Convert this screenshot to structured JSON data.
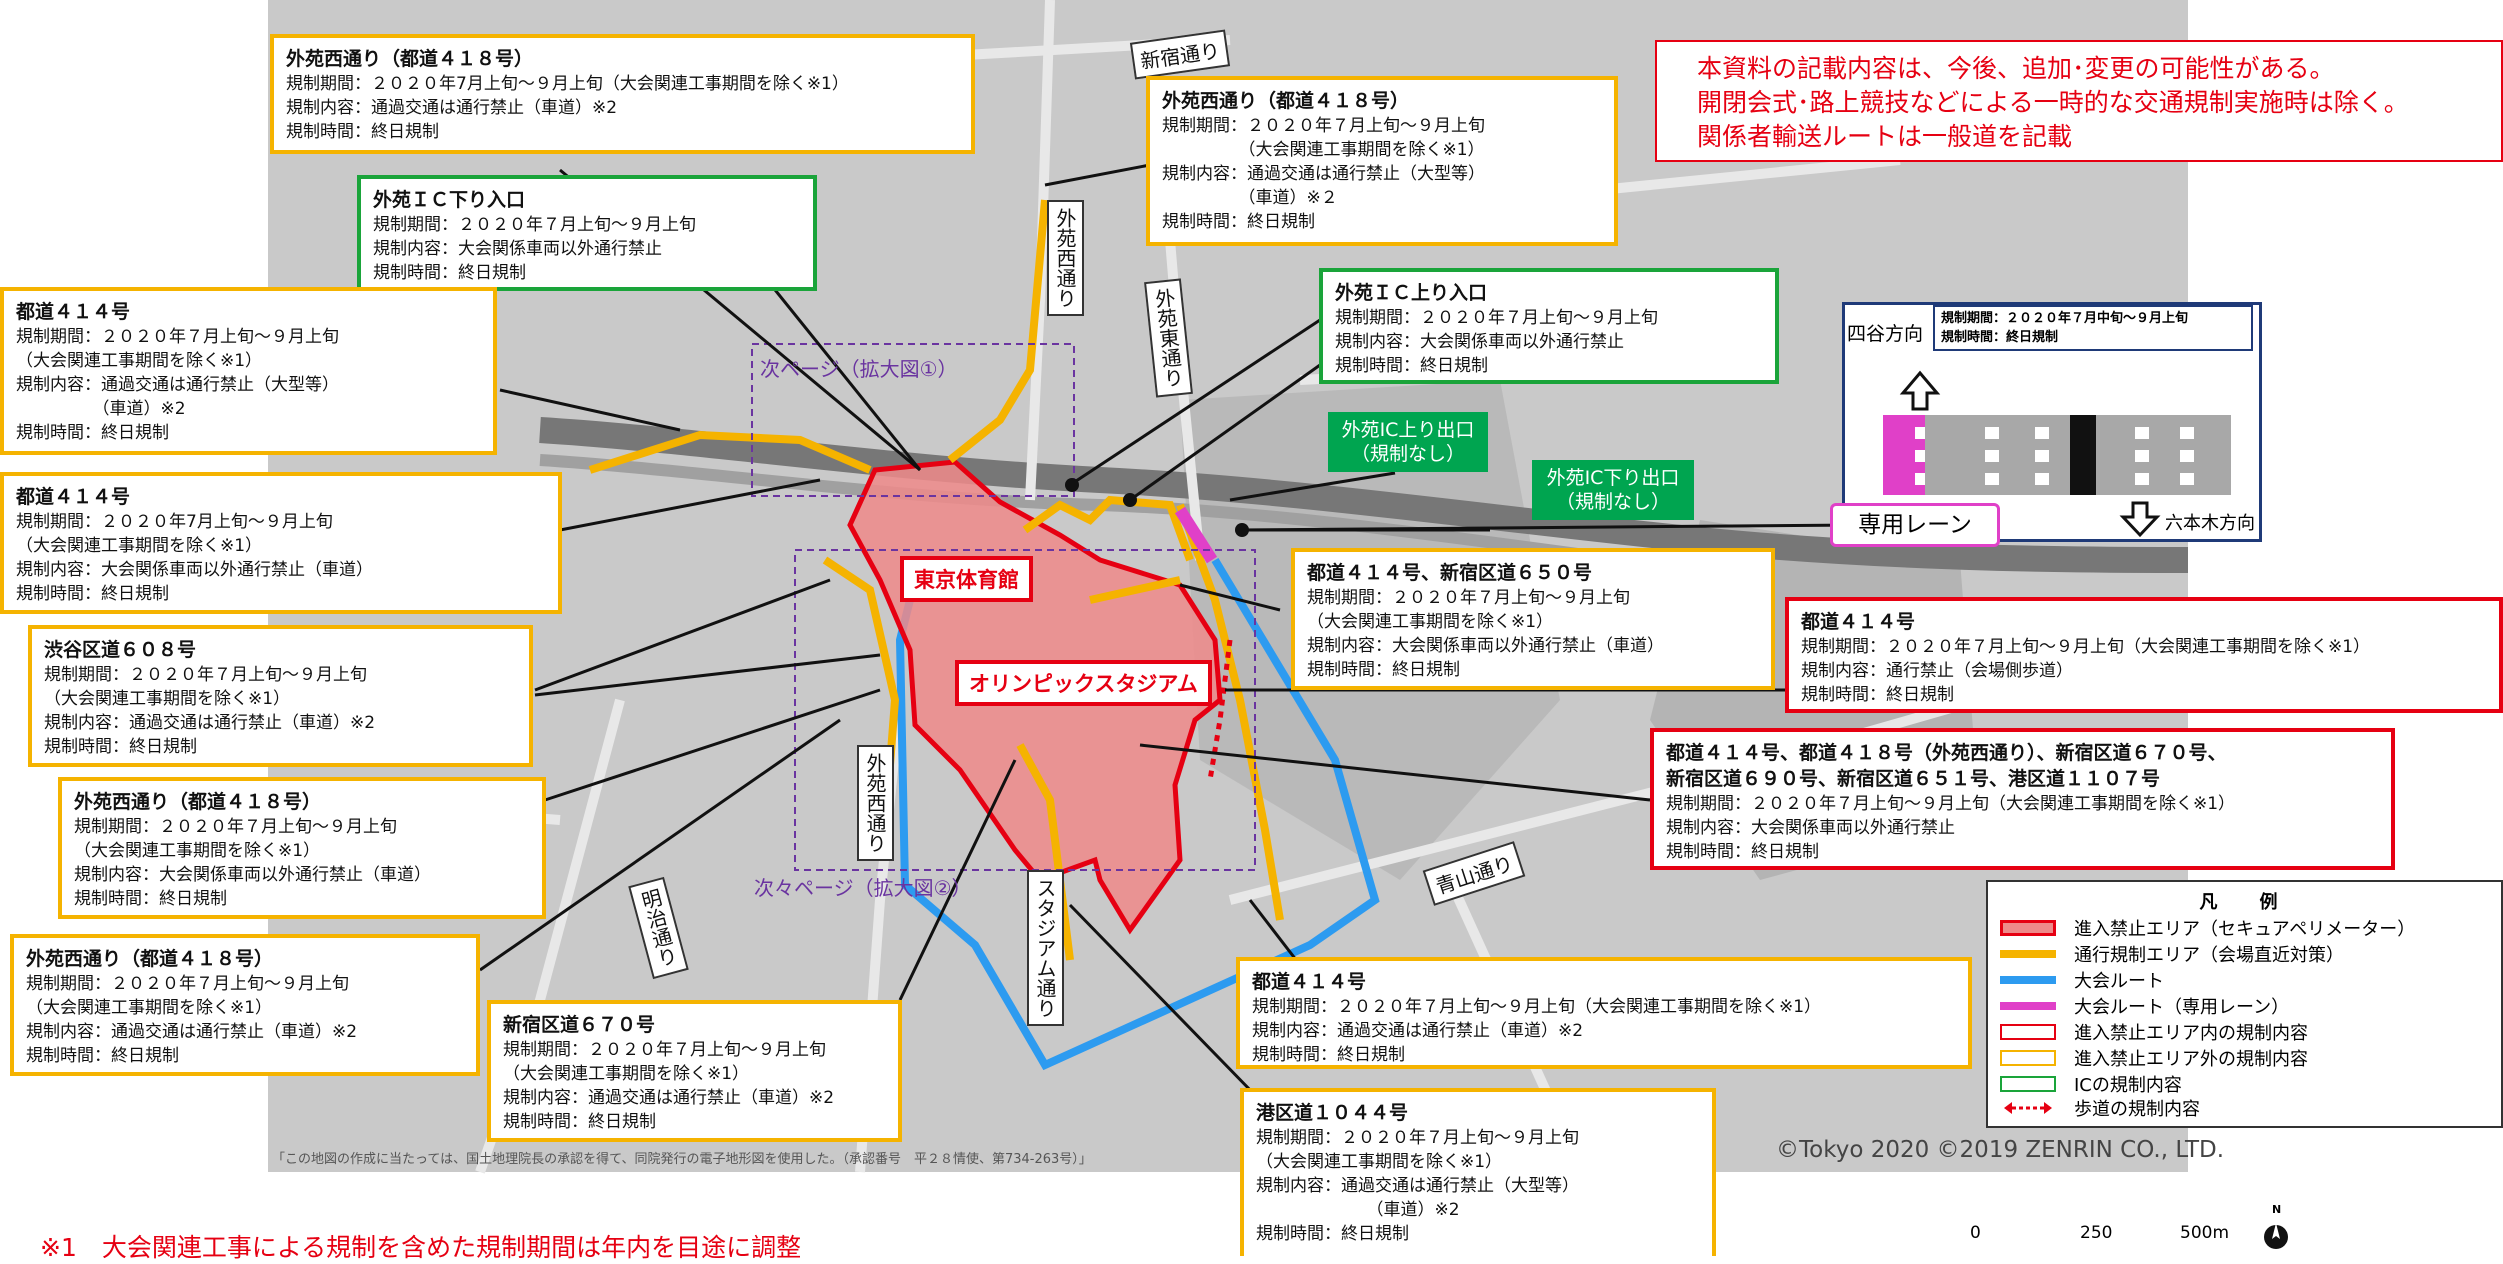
{
  "notice_lines": [
    "本資料の記載内容は、今後、追加･変更の可能性がある。",
    "開閉会式･路上競技などによる一時的な交通規制実施時は除く。",
    "関係者輸送ルートは一般道を記載"
  ],
  "roads": {
    "shinjuku": "新宿通り",
    "gaien_nishi_top": "外苑西通り",
    "gaien_higashi": "外苑東通り",
    "gaien_nishi_mid": "外苑西通り",
    "meiji": "明治通り",
    "stadium": "スタジアム通り",
    "aoyama": "青山通り"
  },
  "zones": {
    "next_page": "次ページ（拡大図①）",
    "next_next_page": "次々ページ（拡大図②）"
  },
  "venues": {
    "gym": "東京体育館",
    "stadium": "オリンピックスタジアム"
  },
  "ic_exits": {
    "up": {
      "line1": "外苑IC上り出口",
      "line2": "（規制なし）"
    },
    "down": {
      "line1": "外苑IC下り出口",
      "line2": "（規制なし）"
    }
  },
  "boxes": [
    {
      "id": "b1",
      "title": "外苑西通り（都道４１８号）",
      "lines": [
        "規制期間：２０２０年7月上旬～９月上旬（大会関連工事期間を除く※1）",
        "規制内容：通過交通は通行禁止（車道）※2",
        "規制時間：終日規制"
      ]
    },
    {
      "id": "b2",
      "title": "外苑ＩＣ下り入口",
      "lines": [
        "規制期間：２０２０年７月上旬～９月上旬",
        "規制内容：大会関係車両以外通行禁止",
        "規制時間：終日規制"
      ]
    },
    {
      "id": "b3",
      "title": "外苑西通り（都道４１８号）",
      "lines": [
        "規制期間：２０２０年７月上旬～９月上旬",
        "　　　　　（大会関連工事期間を除く※1）",
        "規制内容：通過交通は通行禁止（大型等）",
        "　　　　　（車道）※２",
        "規制時間：終日規制"
      ]
    },
    {
      "id": "b4",
      "title": "外苑ＩＣ上り入口",
      "lines": [
        "規制期間：２０２０年７月上旬～９月上旬",
        "規制内容：大会関係車両以外通行禁止",
        "規制時間：終日規制"
      ]
    },
    {
      "id": "b5",
      "title": "都道４１４号",
      "lines": [
        "規制期間：２０２０年７月上旬～９月上旬",
        "（大会関連工事期間を除く※1）",
        "規制内容：通過交通は通行禁止（大型等）",
        "　　　　　（車道）※2",
        "規制時間：終日規制"
      ]
    },
    {
      "id": "b6",
      "title": "都道４１４号",
      "lines": [
        "規制期間：２０２０年7月上旬～９月上旬",
        "（大会関連工事期間を除く※1）",
        "規制内容：大会関係車両以外通行禁止（車道）",
        "規制時間：終日規制"
      ]
    },
    {
      "id": "b7",
      "title": "渋谷区道６０８号",
      "lines": [
        "規制期間：２０２０年７月上旬～９月上旬",
        "（大会関連工事期間を除く※1）",
        "規制内容：通過交通は通行禁止（車道）※2",
        "規制時間：終日規制"
      ]
    },
    {
      "id": "b8",
      "title": "外苑西通り（都道４１８号）",
      "lines": [
        "規制期間：２０２０年７月上旬～９月上旬",
        "（大会関連工事期間を除く※1）",
        "規制内容：大会関係車両以外通行禁止（車道）",
        "規制時間：終日規制"
      ]
    },
    {
      "id": "b9",
      "title": "外苑西通り（都道４１８号）",
      "lines": [
        "規制期間：２０２０年７月上旬～９月上旬",
        "（大会関連工事期間を除く※1）",
        "規制内容：通過交通は通行禁止（車道）※2",
        "規制時間：終日規制"
      ]
    },
    {
      "id": "b10",
      "title": "新宿区道６７０号",
      "lines": [
        "規制期間：２０２０年７月上旬～９月上旬",
        "（大会関連工事期間を除く※1）",
        "規制内容：通過交通は通行禁止（車道）※2",
        "規制時間：終日規制"
      ]
    },
    {
      "id": "b11",
      "title": "都道４１４号、新宿区道６５０号",
      "lines": [
        "規制期間：２０２０年７月上旬～９月上旬",
        "（大会関連工事期間を除く※1）",
        "規制内容：大会関係車両以外通行禁止（車道）",
        "規制時間：終日規制"
      ]
    },
    {
      "id": "b12",
      "title": "都道４１４号",
      "lines": [
        "規制期間：２０２０年７月上旬～９月上旬（大会関連工事期間を除く※1）",
        "規制内容：通行禁止（会場側歩道）",
        "規制時間：終日規制"
      ]
    },
    {
      "id": "b13",
      "title": "都道４１４号、都道４１８号（外苑西通り）、新宿区道６７０号、",
      "title2": "新宿区道６９０号、新宿区道６５１号、港区道１１０７号",
      "lines": [
        "規制期間：２０２０年７月上旬～９月上旬（大会関連工事期間を除く※1）",
        "規制内容：大会関係車両以外通行禁止",
        "規制時間：終日規制"
      ]
    },
    {
      "id": "b14",
      "title": "都道４１４号",
      "lines": [
        "規制期間：２０２０年７月上旬～９月上旬（大会関連工事期間を除く※1）",
        "規制内容：通過交通は通行禁止（車道）※2",
        "規制時間：終日規制"
      ]
    },
    {
      "id": "b15",
      "title": "港区道１０４４号",
      "lines": [
        "規制期間：２０２０年７月上旬～９月上旬",
        "（大会関連工事期間を除く※1）",
        "規制内容：通過交通は通行禁止（大型等）",
        "　　　　　　　（車道）※2",
        "規制時間：終日規制"
      ]
    }
  ],
  "lane_panel": {
    "header_line1": "規制期間：２０２０年７月中旬～９月上旬",
    "header_line2": "規制時間：終日規制",
    "yotsuya": "四谷方向",
    "roppongi": "六本木方向",
    "label": "専用レーン"
  },
  "legend": {
    "title": "凡　例",
    "items": [
      "進入禁止エリア（セキュアペリメーター）",
      "通行規制エリア（会場直近対策）",
      "大会ルート",
      "大会ルート（専用レーン）",
      "進入禁止エリア内の規制内容",
      "進入禁止エリア外の規制内容",
      "ICの規制内容",
      "歩道の規制内容"
    ],
    "colors": {
      "red": "#e60012",
      "orange": "#f5b300",
      "blue": "#2d9bf0",
      "magenta": "#e040c8",
      "green": "#1aa43a"
    }
  },
  "credit": "©Tokyo 2020 ©2019 ZENRIN CO., LTD.",
  "map_note": "「この地図の作成に当たっては、国土地理院長の承認を得て、同院発行の電子地形図を使用した。（承認番号　平２８情使、第734-263号）」",
  "footnote": "※1　大会関連工事による規制を含めた規制期間は年内を目途に調整",
  "scale": {
    "t0": "0",
    "t1": "250",
    "t2": "500m",
    "north": "N"
  }
}
